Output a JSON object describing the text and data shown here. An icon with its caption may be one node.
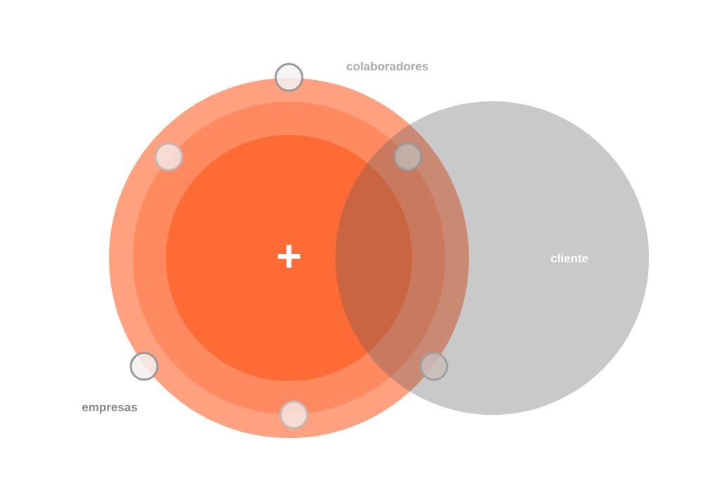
{
  "diagram": {
    "nodes": [
      {
        "text": [],
        "shape": "circle"
      },
      {
        "text": [],
        "shape": "circle",
        "in": 0
      },
      {
        "text": [
          "+"
        ],
        "in": 1
      },
      {
        "text": [
          "cliente"
        ]
      },
      {
        "text": [],
        "shape": "circle",
        "beside": [
          "empresas"
        ]
      },
      {
        "text": [],
        "shape": "circle",
        "in": 0
      },
      {
        "text": [],
        "shape": "circle",
        "beside": [
          "colaboradores"
        ]
      },
      {
        "text": [],
        "shape": "circle",
        "in": 0
      },
      {
        "text": [],
        "shape": "circle"
      },
      {
        "text": [],
        "shape": "circle",
        "in": 3
      }
    ]
  }
}
